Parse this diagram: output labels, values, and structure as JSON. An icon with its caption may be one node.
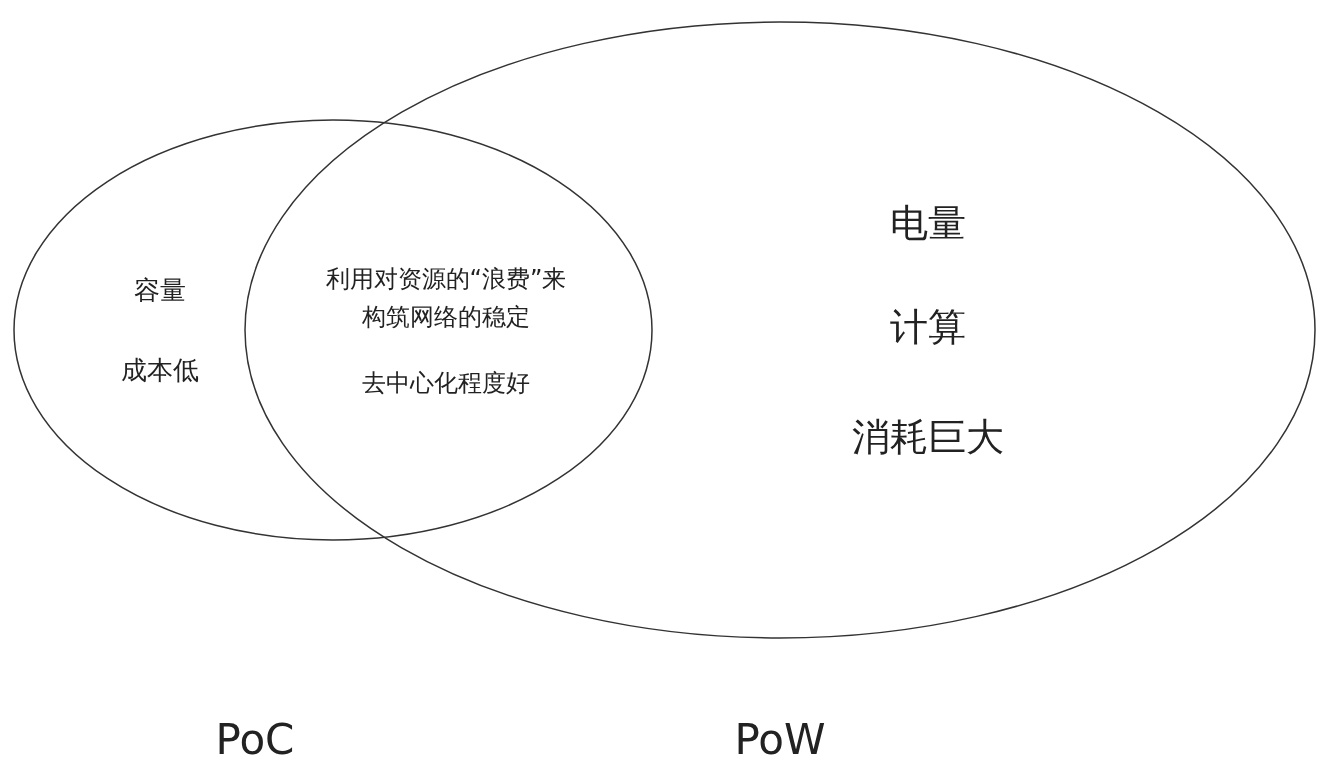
{
  "diagram": {
    "nodes": [
      {
        "text": [
          "容量",
          "成本低"
        ]
      },
      {
        "text": [
          "电量",
          "计算",
          "消耗巨大"
        ]
      }
    ],
    "edges": [],
    "labels": [
      "利用对资源的“浪费”来构筑网络的稳定",
      "去中心化程度好",
      "PoC",
      "PoW"
    ]
  }
}
